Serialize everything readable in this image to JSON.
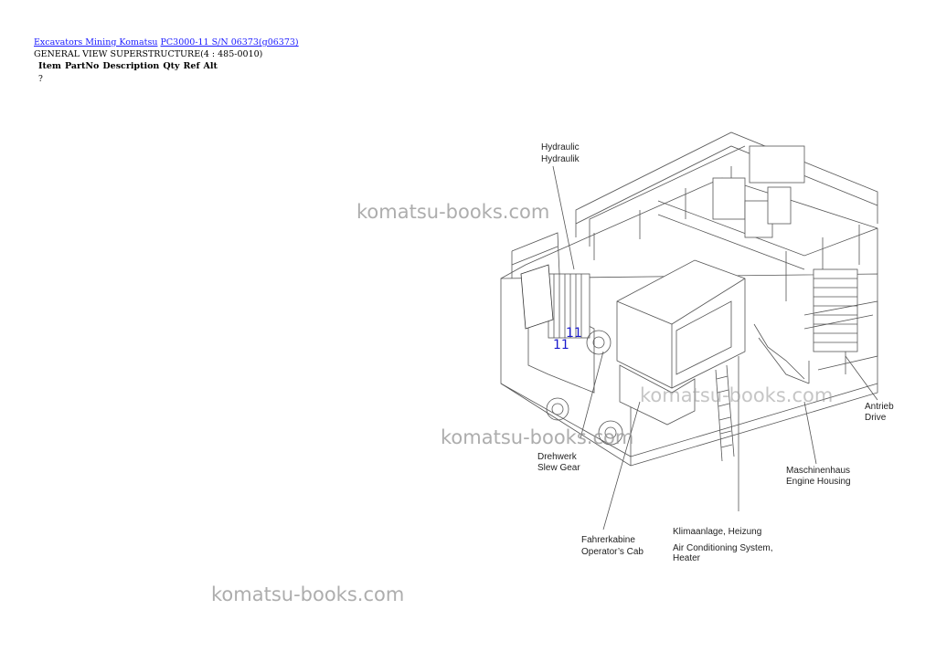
{
  "header": {
    "breadcrumb_1": "Excavators Mining Komatsu",
    "breadcrumb_2": "PC3000-11 S/N 06373(g06373)",
    "subtitle": "GENERAL VIEW SUPERSTRUCTURE(4 : 485-0010)"
  },
  "table": {
    "columns": [
      "Item",
      "PartNo",
      "Description",
      "Qty",
      "Ref",
      "Alt"
    ],
    "rows": [
      [
        "?"
      ]
    ]
  },
  "watermark": "komatsu-books.com",
  "labels": {
    "hydraulic_de": "Hydraulic",
    "hydraulic_en": "Hydraulik",
    "antrieb": "Antrieb",
    "drive": "Drive",
    "drehwerk": "Drehwerk",
    "slew_gear": "Slew Gear",
    "maschinenhaus": "Maschinenhaus",
    "engine_housing": "Engine Housing",
    "fahrerkabine": "Fahrerkabine",
    "operators_cab": "Operator’s Cab",
    "klima": "Klimaanlage, Heizung",
    "ac_1": "Air Conditioning System,",
    "ac_2": "Heater"
  },
  "callouts": [
    "11",
    "11"
  ]
}
